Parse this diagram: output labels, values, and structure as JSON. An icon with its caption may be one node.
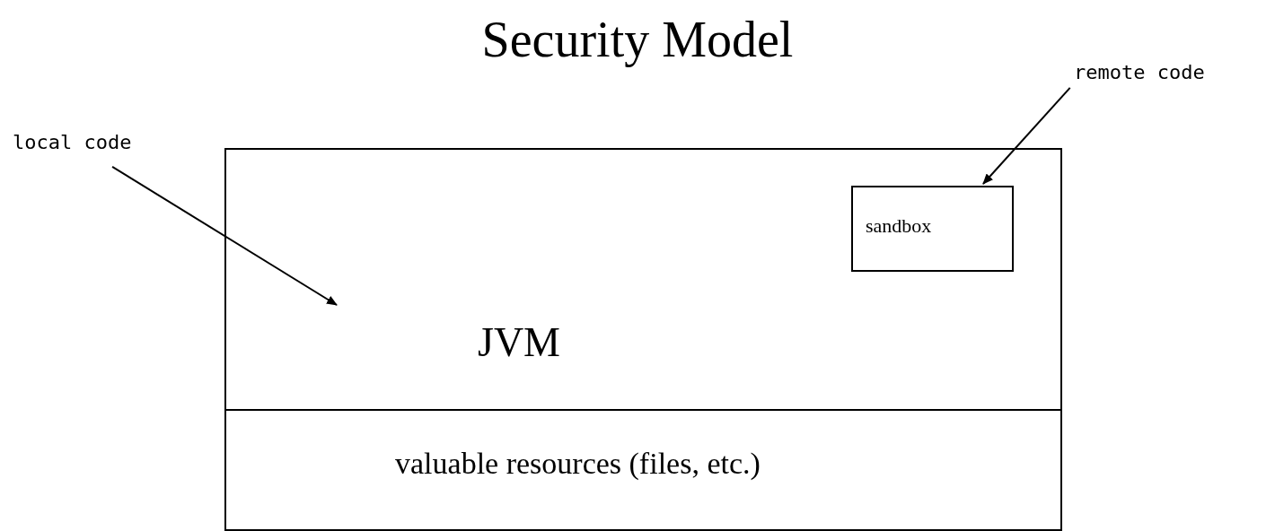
{
  "diagram": {
    "title": "Security Model",
    "nodes": [
      {
        "text": [
          "local code"
        ]
      },
      {
        "text": [
          "remote code"
        ]
      },
      {
        "text": [
          "JVM"
        ]
      },
      {
        "text": [
          "sandbox"
        ],
        "in": 2
      },
      {
        "text": [
          "valuable resources (files, etc.)"
        ]
      }
    ],
    "edges": [
      {
        "from": 0,
        "to": null,
        "arrow": "to"
      },
      {
        "from": 1,
        "to": 3,
        "arrow": "to"
      }
    ]
  }
}
